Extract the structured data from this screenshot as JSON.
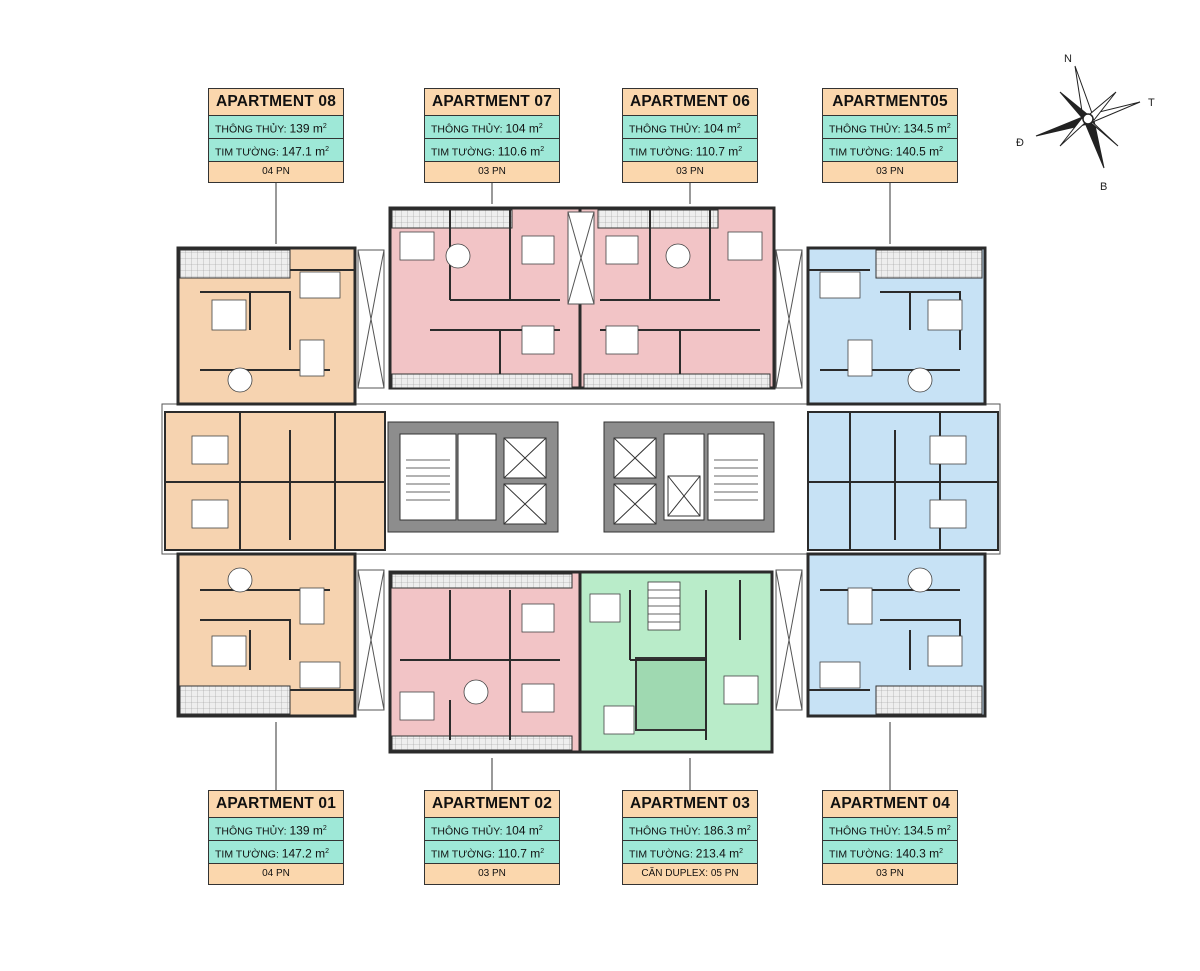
{
  "apartments": [
    {
      "title": "APARTMENT 08",
      "net_label": "THÔNG THỦY:",
      "net_value": "139 m",
      "wall_label": "TIM TƯỜNG:",
      "wall_value": "147.1 m",
      "bedrooms": "04 PN",
      "unit_sup": "2",
      "fill": "#f6d3b0"
    },
    {
      "title": "APARTMENT 07",
      "net_label": "THÔNG THỦY:",
      "net_value": "104 m",
      "wall_label": "TIM TƯỜNG:",
      "wall_value": "110.6 m",
      "bedrooms": "03 PN",
      "unit_sup": "2",
      "fill": "#f2c4c6"
    },
    {
      "title": "APARTMENT 06",
      "net_label": "THÔNG THỦY:",
      "net_value": "104 m",
      "wall_label": "TIM TƯỜNG:",
      "wall_value": "110.7 m",
      "bedrooms": "03 PN",
      "unit_sup": "2",
      "fill": "#f2c4c6"
    },
    {
      "title": "APARTMENT05",
      "net_label": "THÔNG THỦY:",
      "net_value": "134.5 m",
      "wall_label": "TIM TƯỜNG:",
      "wall_value": "140.5 m",
      "bedrooms": "03 PN",
      "unit_sup": "2",
      "fill": "#c7e2f5"
    },
    {
      "title": "APARTMENT 01",
      "net_label": "THÔNG THỦY:",
      "net_value": "139 m",
      "wall_label": "TIM TƯỜNG:",
      "wall_value": "147.2 m",
      "bedrooms": "04 PN",
      "unit_sup": "2",
      "fill": "#f6d3b0"
    },
    {
      "title": "APARTMENT 02",
      "net_label": "THÔNG THỦY:",
      "net_value": "104 m",
      "wall_label": "TIM TƯỜNG:",
      "wall_value": "110.7 m",
      "bedrooms": "03 PN",
      "unit_sup": "2",
      "fill": "#f2c4c6"
    },
    {
      "title": "APARTMENT 03",
      "net_label": "THÔNG THỦY:",
      "net_value": "186.3 m",
      "wall_label": "TIM TƯỜNG:",
      "wall_value": "213.4 m",
      "bedrooms": "CĂN DUPLEX: 05 PN",
      "unit_sup": "2",
      "fill": "#b9ecc9"
    },
    {
      "title": "APARTMENT 04",
      "net_label": "THÔNG THỦY:",
      "net_value": "134.5 m",
      "wall_label": "TIM TƯỜNG:",
      "wall_value": "140.3 m",
      "bedrooms": "03 PN",
      "unit_sup": "2",
      "fill": "#c7e2f5"
    }
  ],
  "compass": {
    "north": "N",
    "east": "Đ",
    "west": "T",
    "south": "B"
  },
  "colors": {
    "card_title": "#fbd7ad",
    "card_row": "#9ee8d7",
    "core_gray": "#8d8d8d",
    "wall": "#2b2b2b"
  }
}
